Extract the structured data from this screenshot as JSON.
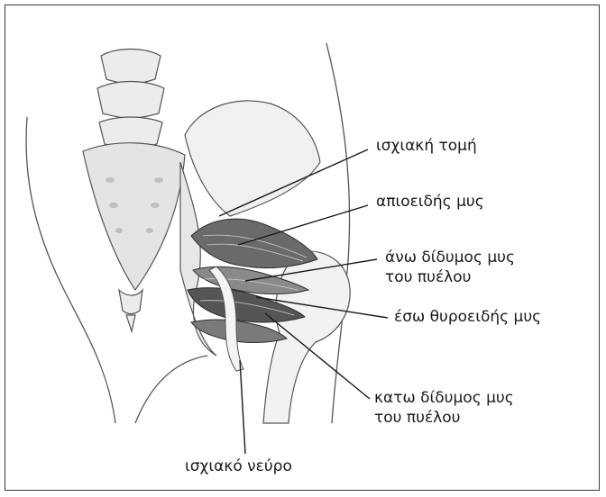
{
  "labels": {
    "sciatic_notch": "ισχιακή τομή",
    "piriformis": "απιοειδής μυς",
    "superior_gemellus_line1": "άνω δίδυμος μυς",
    "superior_gemellus_line2": "του πυέλου",
    "obturator_internus": "έσω θυροειδής μυς",
    "inferior_gemellus_line1": "κατω δίδυμος μυς",
    "inferior_gemellus_line2": "του πυέλου",
    "sciatic_nerve": "ισχιακό νεύρο"
  }
}
